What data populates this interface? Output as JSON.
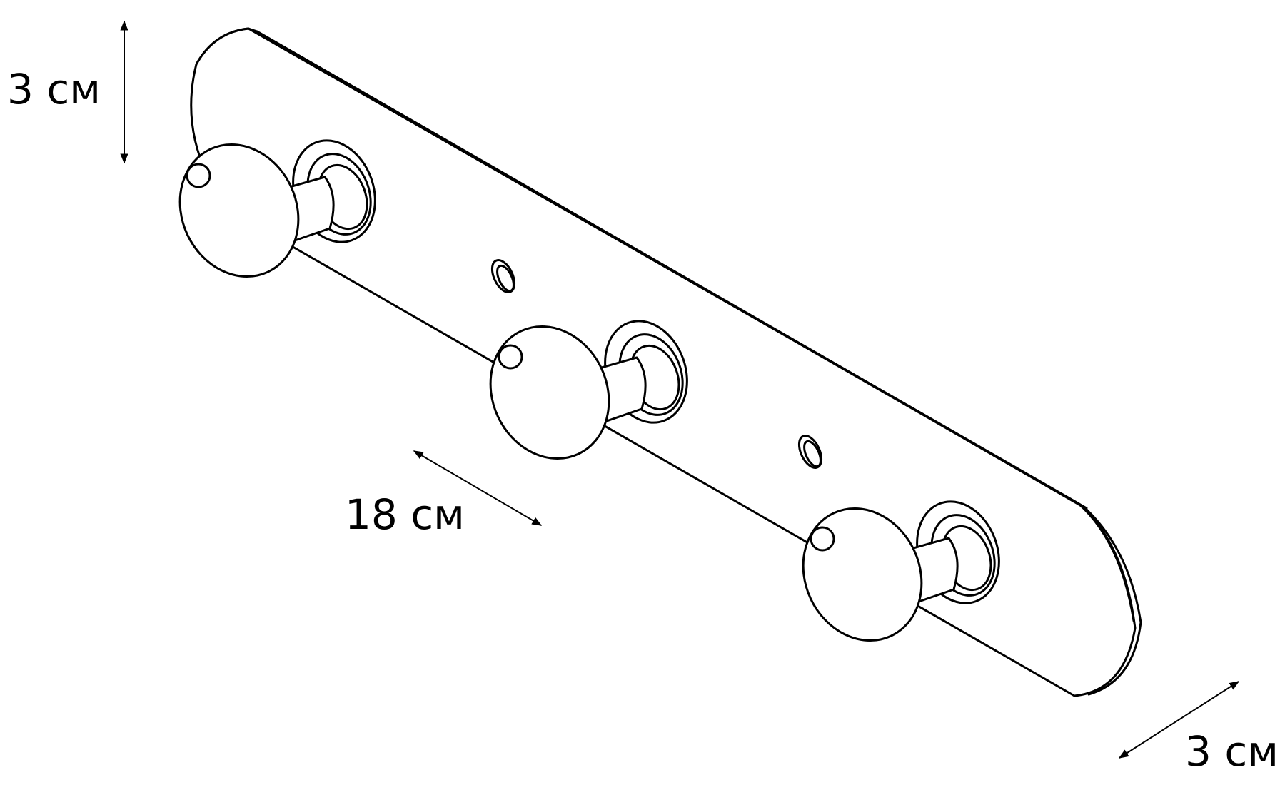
{
  "dimensions": {
    "height_label": "3 см",
    "hook_spacing_label": "18 см",
    "depth_label": "3 см"
  },
  "colors": {
    "line": "#000000",
    "background": "#ffffff"
  }
}
